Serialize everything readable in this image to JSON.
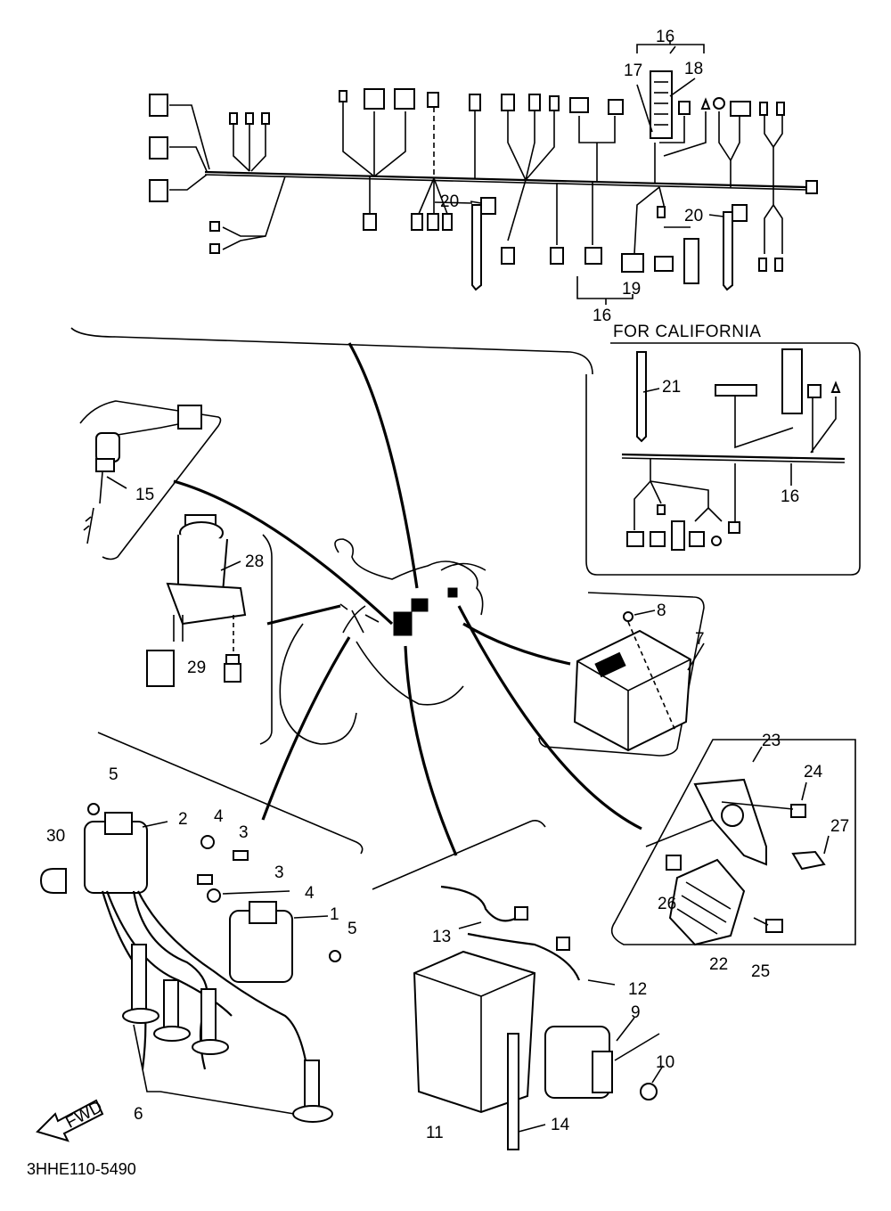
{
  "labels": {
    "p1": "1",
    "p2": "2",
    "p3a": "3",
    "p3b": "3",
    "p4a": "4",
    "p4b": "4",
    "p5a": "5",
    "p5b": "5",
    "p6": "6",
    "p7": "7",
    "p8": "8",
    "p9": "9",
    "p10": "10",
    "p11": "11",
    "p12": "12",
    "p13": "13",
    "p14": "14",
    "p15": "15",
    "p16a": "16",
    "p16b": "16",
    "p16c": "16",
    "p17": "17",
    "p18": "18",
    "p19": "19",
    "p20a": "20",
    "p20b": "20",
    "p21": "21",
    "p22": "22",
    "p23": "23",
    "p24": "24",
    "p25": "25",
    "p26": "26",
    "p27": "27",
    "p28": "28",
    "p29": "29",
    "p30": "30"
  },
  "california_title": "FOR CALIFORNIA",
  "fwd_label": "FWD",
  "diagram_code": "3HHE110-5490"
}
